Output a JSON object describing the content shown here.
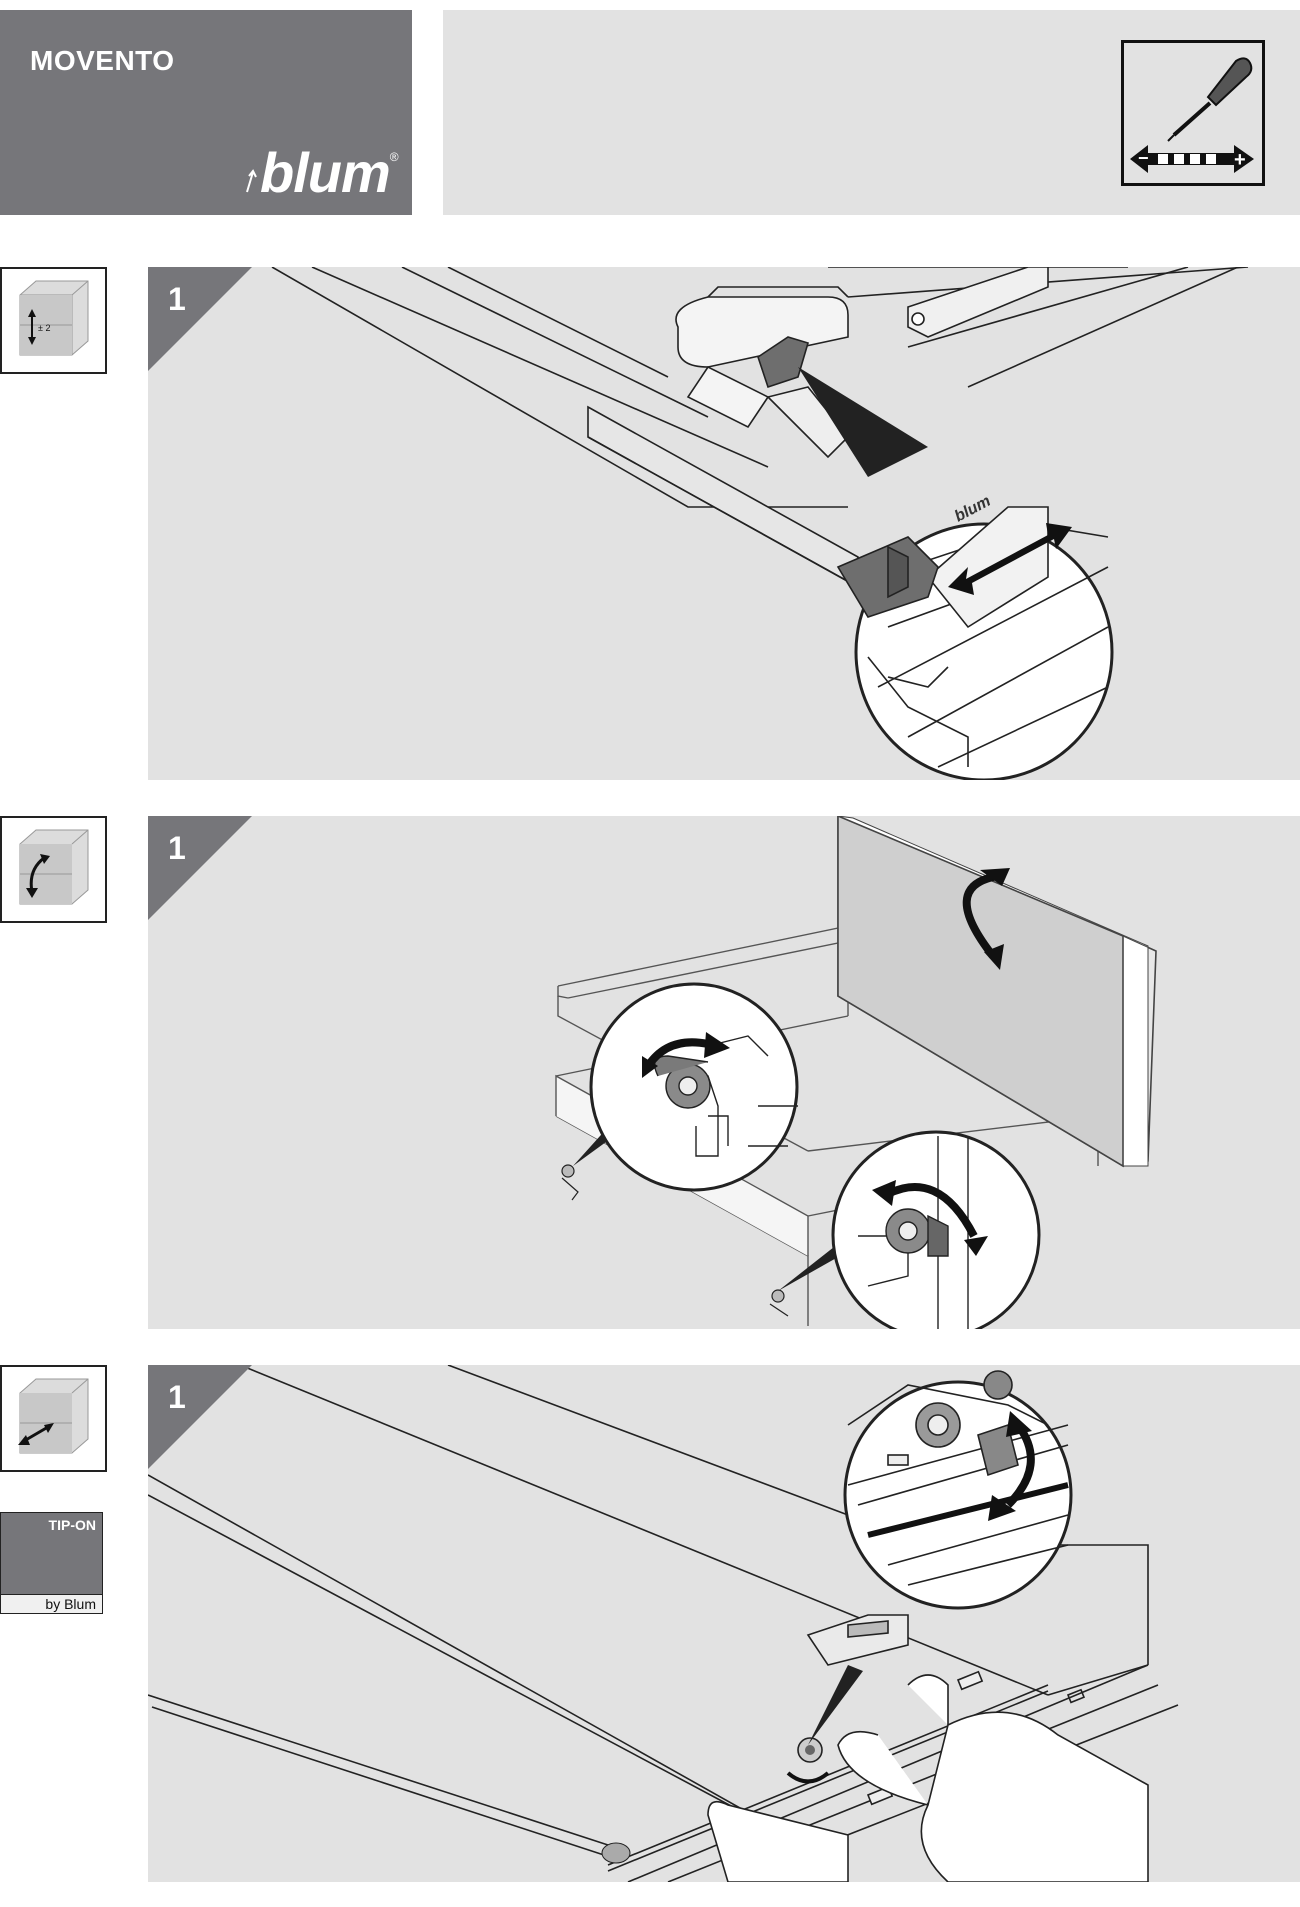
{
  "header": {
    "product": "MOVENTO",
    "brand": "blum",
    "brand_mark": "®",
    "tool_icon": "screwdriver-adjust-icon",
    "tool_minus": "−",
    "tool_plus": "+"
  },
  "colors": {
    "dark_grey": "#76767a",
    "panel_grey": "#e2e2e2",
    "line": "#222222",
    "part_dark": "#6e6e6e"
  },
  "steps": [
    {
      "number": "1",
      "side_icon": "cabinet-height-adjust-icon",
      "side_label": "± 2",
      "illustration": "runner-height-adjustment-illustration"
    },
    {
      "number": "1",
      "side_icon": "cabinet-tilt-adjust-icon",
      "side_label": "",
      "illustration": "drawer-front-tilt-adjustment-illustration"
    },
    {
      "number": "1",
      "side_icon": "cabinet-pull-out-icon",
      "side_label": "",
      "illustration": "tip-on-adjustment-illustration"
    }
  ],
  "tipon": {
    "label": "TIP-ON",
    "byline": "by Blum"
  }
}
